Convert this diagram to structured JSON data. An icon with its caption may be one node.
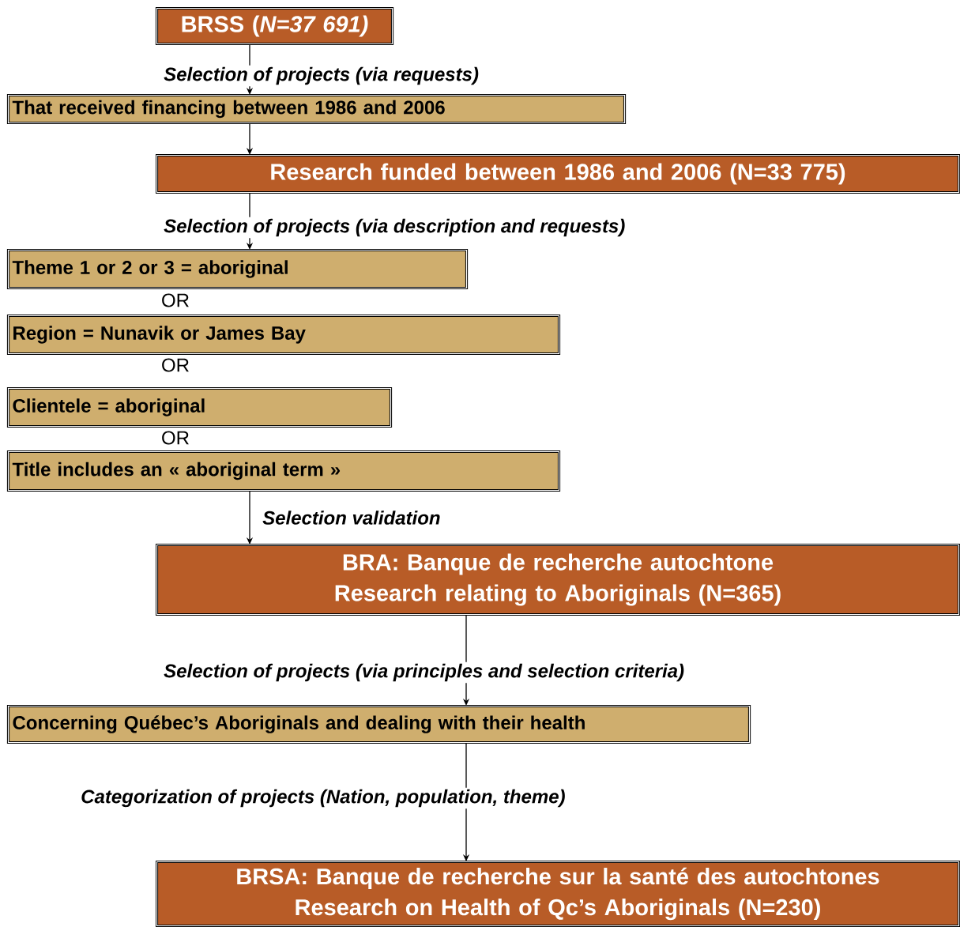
{
  "diagram": {
    "nodes": [
      {
        "text": [
          "BRSS (*N=37 691)*"
        ]
      },
      {
        "text": [
          "That received financing between  1986 and 2006"
        ]
      },
      {
        "text": [
          "Research funded between  1986 and 2006 (N=33 775)"
        ]
      },
      {
        "text": [
          "Theme 1 or 2 or 3 = aboriginal"
        ]
      },
      {
        "text": [
          "Region = Nunavik or James Bay"
        ]
      },
      {
        "text": [
          "Clientele =  aboriginal"
        ]
      },
      {
        "text": [
          "Title includes an « aboriginal term »"
        ]
      },
      {
        "text": [
          "BRA: Banque de recherche autochtone",
          "Research relating to Aboriginals (N=365)"
        ]
      },
      {
        "text": [
          "Concerning Québec’s Aboriginals and dealing with their health"
        ]
      },
      {
        "text": [
          "BRSA: Banque de recherche sur la santé des autochtones",
          "Research on Health of Qc’s Aboriginals  (N=230)"
        ]
      }
    ],
    "edges": [
      {
        "from": 0,
        "to": 1,
        "arrow": "to",
        "label": "Selection of projects (via requests)"
      },
      {
        "from": 1,
        "to": 2,
        "arrow": "to"
      },
      {
        "from": 2,
        "to": 3,
        "arrow": "to",
        "label": "Selection of projects (via description and requests)"
      },
      {
        "from": 6,
        "to": 7,
        "arrow": "to",
        "label": "Selection validation"
      },
      {
        "from": 7,
        "to": 8,
        "arrow": "to",
        "label": "Selection of projects (via principles and selection criteria)"
      },
      {
        "from": 8,
        "to": 9,
        "arrow": "to",
        "label": "Categorization of projects (Nation, population, theme)"
      }
    ],
    "labels": [
      "OR",
      "OR",
      "OR"
    ]
  }
}
